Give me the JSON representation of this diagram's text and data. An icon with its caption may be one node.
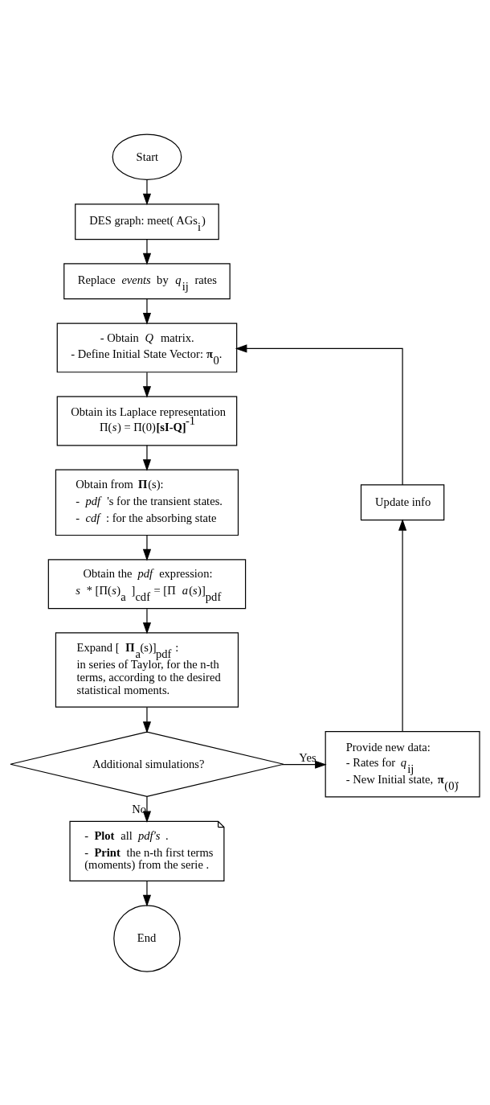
{
  "diagram": {
    "nodes": [
      {
        "text": [
          "Start"
        ]
      },
      {
        "text": [
          "DES graph: meet( AGs$_{i}$)"
        ]
      },
      {
        "text": [
          "Replace *events* by *q*$_{ij}$ rates"
        ]
      },
      {
        "text": [
          "- Obtain *Q* matrix.",
          "- Define Initial State Vector: **π**$_{0}$."
        ]
      },
      {
        "text": [
          "Obtain its Laplace representation",
          "Π(*s*) = Π(0)**[sI-Q]**$^{-1}$"
        ]
      },
      {
        "text": [
          "Obtain from **Π**(s):",
          "- *pdf* 's for the transient states.",
          "- *cdf* : for the absorbing state"
        ]
      },
      {
        "text": [
          "Obtain the *pdf* expression:",
          "*s* * [Π(*s*)$_{a}$ ]$_{cdf}$ = [Π *a*(*s*)]$_{pdf}$"
        ]
      },
      {
        "text": [
          "Expand [ **Π**$_{a}$(s)]$_{pdf}$ :",
          "in series of Taylor, for the n-th terms, according to the desired statistical moments."
        ]
      },
      {
        "text": [
          "Additional simulations?"
        ]
      },
      {
        "text": [
          "Provide new data:",
          "- Rates for *q*$_{ij}$",
          "- New Initial state, **π**$_{(0)}$."
        ]
      },
      {
        "text": [
          "Update info"
        ]
      },
      {
        "text": [
          "- **Plot** all *pdf's* .",
          "- **Print** the n-th first terms (moments) from the serie ."
        ]
      },
      {
        "text": [
          "End"
        ]
      }
    ],
    "edges": [
      {
        "from": 0,
        "to": 1,
        "arrow": "to"
      },
      {
        "from": 1,
        "to": 2,
        "arrow": "to"
      },
      {
        "from": 2,
        "to": 3,
        "arrow": "to"
      },
      {
        "from": 3,
        "to": 4,
        "arrow": "to"
      },
      {
        "from": 4,
        "to": 5,
        "arrow": "to"
      },
      {
        "from": 5,
        "to": 6,
        "arrow": "to"
      },
      {
        "from": 6,
        "to": 7,
        "arrow": "to"
      },
      {
        "from": 7,
        "to": 8,
        "arrow": "to"
      },
      {
        "from": 8,
        "to": 9,
        "arrow": "to",
        "label": "Yes"
      },
      {
        "from": 9,
        "to": 10,
        "arrow": "to"
      },
      {
        "from": 10,
        "to": 3,
        "arrow": "to"
      },
      {
        "from": 8,
        "to": 11,
        "arrow": "to",
        "label": "No"
      },
      {
        "from": 11,
        "to": 12,
        "arrow": "to"
      }
    ]
  }
}
